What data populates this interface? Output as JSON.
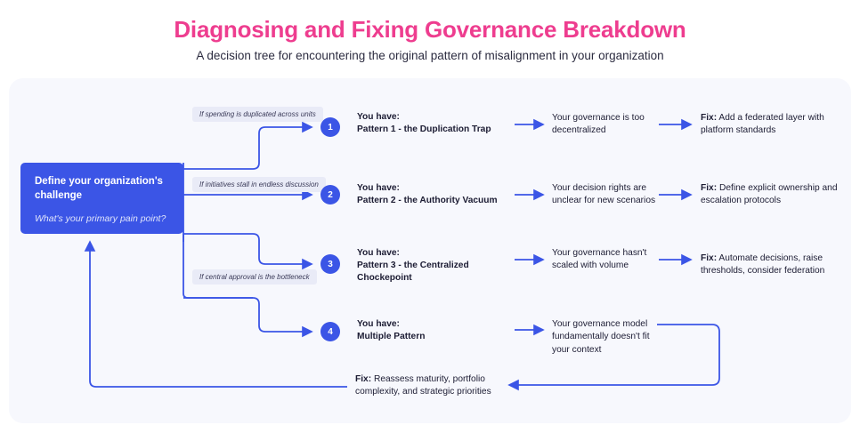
{
  "header": {
    "title": "Diagnosing and Fixing Governance Breakdown",
    "subtitle": "A decision tree for encountering the original pattern of misalignment in your organization",
    "title_color": "#ee3d8f",
    "subtitle_color": "#2c2c40"
  },
  "theme": {
    "accent_blue": "#3b55e6",
    "panel_background": "#f7f8fd",
    "chip_background": "#e9ebf7",
    "page_background": "#ffffff",
    "text_color": "#1c1c33"
  },
  "decision": {
    "title": "Define your organization's challenge",
    "question": "What's your primary pain point?"
  },
  "branches": [
    {
      "condition": "If spending is duplicated across units",
      "number": "1",
      "lead": "You have:",
      "pattern": "Pattern 1 - the Duplication Trap",
      "diagnosis": "Your governance is too decentralized",
      "fix_label": "Fix:",
      "fix_text": "Add a federated layer with platform standards"
    },
    {
      "condition": "If initiatives stall in endless discussion",
      "number": "2",
      "lead": "You have:",
      "pattern": "Pattern 2 - the Authority Vacuum",
      "diagnosis": "Your decision rights are unclear for new scenarios",
      "fix_label": "Fix:",
      "fix_text": "Define explicit ownership and escalation protocols"
    },
    {
      "condition": "If central approval is the bottleneck",
      "number": "3",
      "lead": "You have:",
      "pattern": "Pattern 3 - the Centralized Chockepoint",
      "diagnosis": "Your governance hasn't scaled with volume",
      "fix_label": "Fix:",
      "fix_text": "Automate decisions, raise thresholds, consider federation"
    },
    {
      "condition": "",
      "number": "4",
      "lead": "You have:",
      "pattern": "Multiple Pattern",
      "diagnosis": "Your governance model fundamentally doesn't fit your context",
      "fix_label": "Fix:",
      "fix_text": "Reassess maturity, portfolio complexity, and strategic priorities"
    }
  ],
  "icons": {
    "arrow": "arrow-right-icon",
    "loopback": "loop-back-arrow-icon"
  }
}
